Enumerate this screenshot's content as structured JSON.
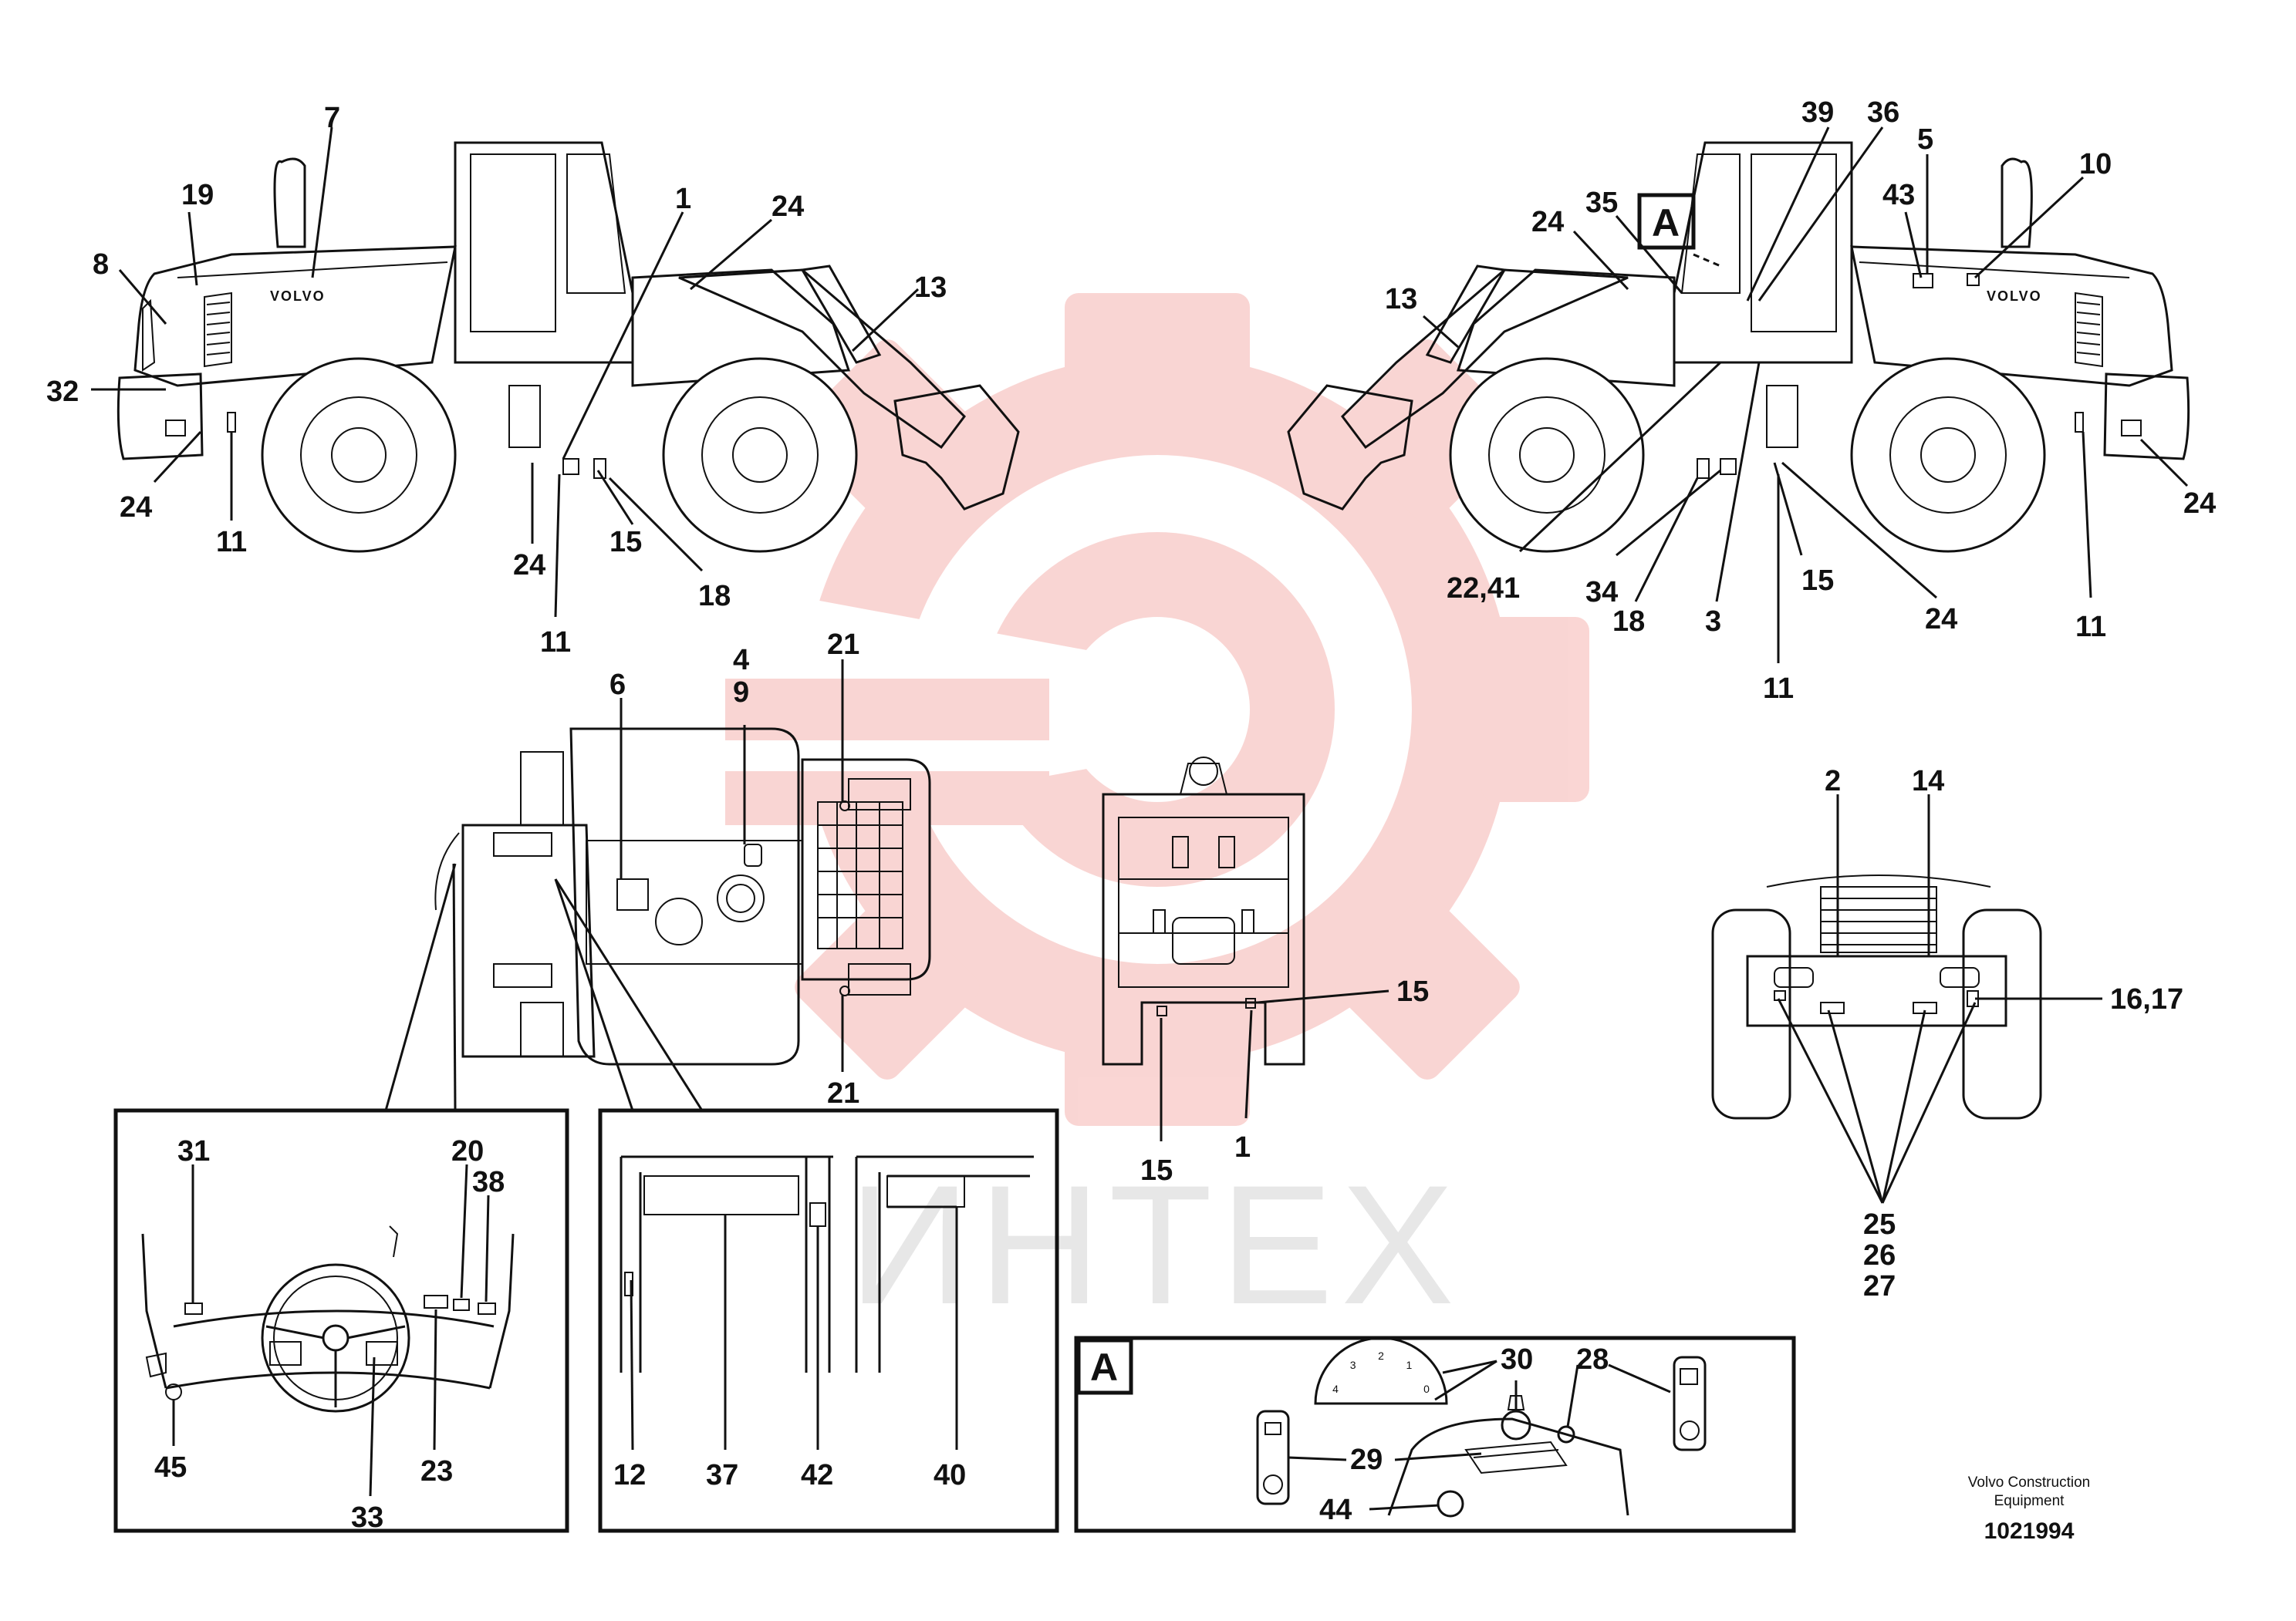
{
  "watermark": {
    "text": "ИНТЕХ",
    "gear_color": "#e8443a"
  },
  "brand_on_machine": "VOLVO",
  "detail_tag": "A",
  "detail_dial_marks": [
    "4",
    "3",
    "2",
    "1",
    "0"
  ],
  "publisher": {
    "line1": "Volvo Construction",
    "line2": "Equipment"
  },
  "drawing_number": "1021994",
  "callouts": {
    "left_view": [
      "7",
      "19",
      "8",
      "32",
      "24",
      "11",
      "1",
      "24",
      "13",
      "24",
      "15",
      "18",
      "11"
    ],
    "right_view": [
      "39",
      "36",
      "5",
      "43",
      "10",
      "35",
      "24",
      "13",
      "22,41",
      "34",
      "18",
      "3",
      "15",
      "24",
      "24",
      "11",
      "11"
    ],
    "top_view": [
      "6",
      "4",
      "9",
      "21",
      "21"
    ],
    "frame_view": [
      "15",
      "15",
      "1"
    ],
    "rear_view": [
      "2",
      "14",
      "16,17",
      "25",
      "26",
      "27"
    ],
    "dash_view": [
      "31",
      "20",
      "38",
      "45",
      "33",
      "23"
    ],
    "door_view": [
      "12",
      "37",
      "42",
      "40"
    ],
    "detail_a": [
      "30",
      "28",
      "29",
      "44"
    ]
  }
}
